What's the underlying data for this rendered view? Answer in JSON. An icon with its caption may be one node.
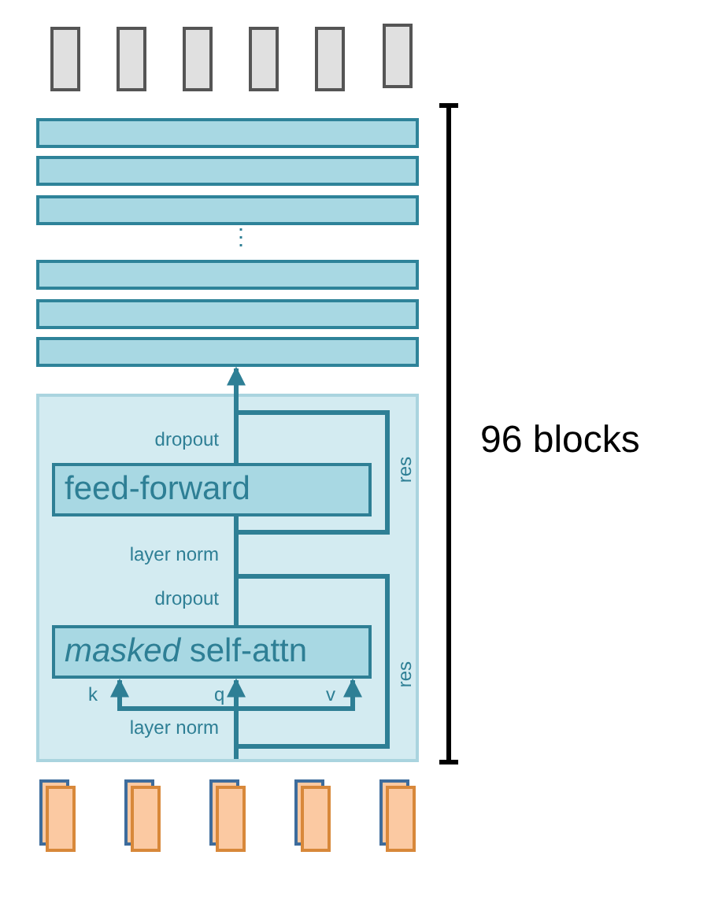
{
  "diagram": {
    "nodes": [
      {
        "text": [],
        "shape": "box"
      },
      {
        "text": [],
        "shape": "box"
      },
      {
        "text": [],
        "shape": "box"
      },
      {
        "text": [],
        "shape": "box"
      },
      {
        "text": [],
        "shape": "box"
      },
      {
        "text": [],
        "shape": "box"
      },
      {
        "text": [],
        "shape": "bar"
      },
      {
        "text": [],
        "shape": "bar"
      },
      {
        "text": [],
        "shape": "bar"
      },
      {
        "text": [],
        "shape": "bar"
      },
      {
        "text": [],
        "shape": "bar"
      },
      {
        "text": [],
        "shape": "bar"
      },
      {
        "text": [],
        "shape": "box"
      },
      {
        "text": [
          "feed-forward"
        ],
        "in": 12
      },
      {
        "text": [
          "*masked* self-attn"
        ],
        "in": 12
      },
      {
        "text": [],
        "shape": "box"
      },
      {
        "text": [],
        "shape": "box"
      },
      {
        "text": [],
        "shape": "box"
      },
      {
        "text": [],
        "shape": "box"
      },
      {
        "text": [],
        "shape": "box"
      }
    ],
    "edges": [
      {
        "from": null,
        "to": 14,
        "arrow": "to",
        "label": "k"
      },
      {
        "from": null,
        "to": 14,
        "arrow": "to",
        "label": "q"
      },
      {
        "from": null,
        "to": 14,
        "arrow": "to",
        "label": "v"
      },
      {
        "from": 14,
        "to": 13,
        "arrow": "none"
      },
      {
        "from": 13,
        "to": 11,
        "arrow": "to"
      }
    ],
    "labels": [
      "⋮",
      "dropout",
      "96 blocks",
      "res",
      "layer norm",
      "dropout",
      "res",
      "layer norm"
    ]
  }
}
